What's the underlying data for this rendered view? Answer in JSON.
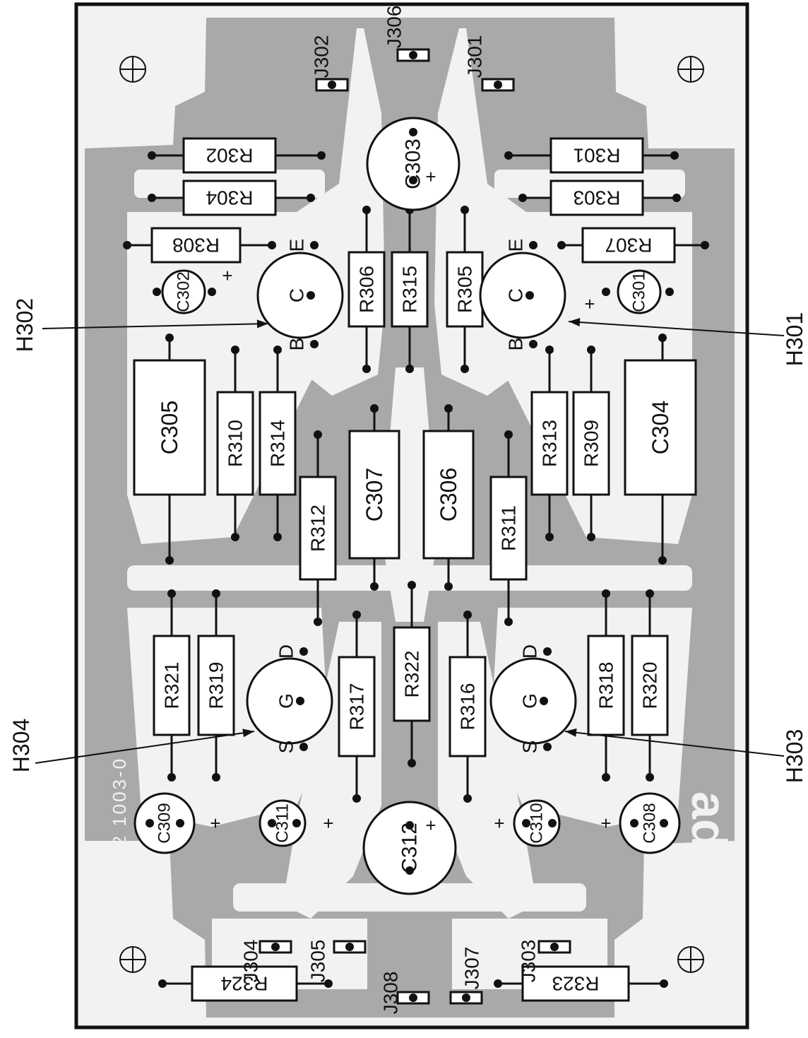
{
  "board": {
    "silkscreen": "ADS2 1003-0",
    "logo": "ads",
    "colors": {
      "copper": "#a9a9a9",
      "substrate": "#f2f2f2",
      "ink": "#111111"
    }
  },
  "callouts": [
    "H302",
    "H301",
    "H304",
    "H303"
  ],
  "resistors": [
    "R301",
    "R302",
    "R303",
    "R304",
    "R305",
    "R306",
    "R307",
    "R308",
    "R309",
    "R310",
    "R311",
    "R312",
    "R313",
    "R314",
    "R315",
    "R316",
    "R317",
    "R318",
    "R319",
    "R320",
    "R321",
    "R322",
    "R323",
    "R324"
  ],
  "capacitors": [
    "C301",
    "C302",
    "C303",
    "C304",
    "C305",
    "C306",
    "C307",
    "C308",
    "C309",
    "C310",
    "C311",
    "C312"
  ],
  "jacks": [
    "J301",
    "J302",
    "J303",
    "J304",
    "J305",
    "J306",
    "J307",
    "J308"
  ],
  "pin_letters": {
    "e": "E",
    "c": "C",
    "b": "B",
    "d": "D",
    "g": "G",
    "s": "S"
  },
  "plus": "+"
}
